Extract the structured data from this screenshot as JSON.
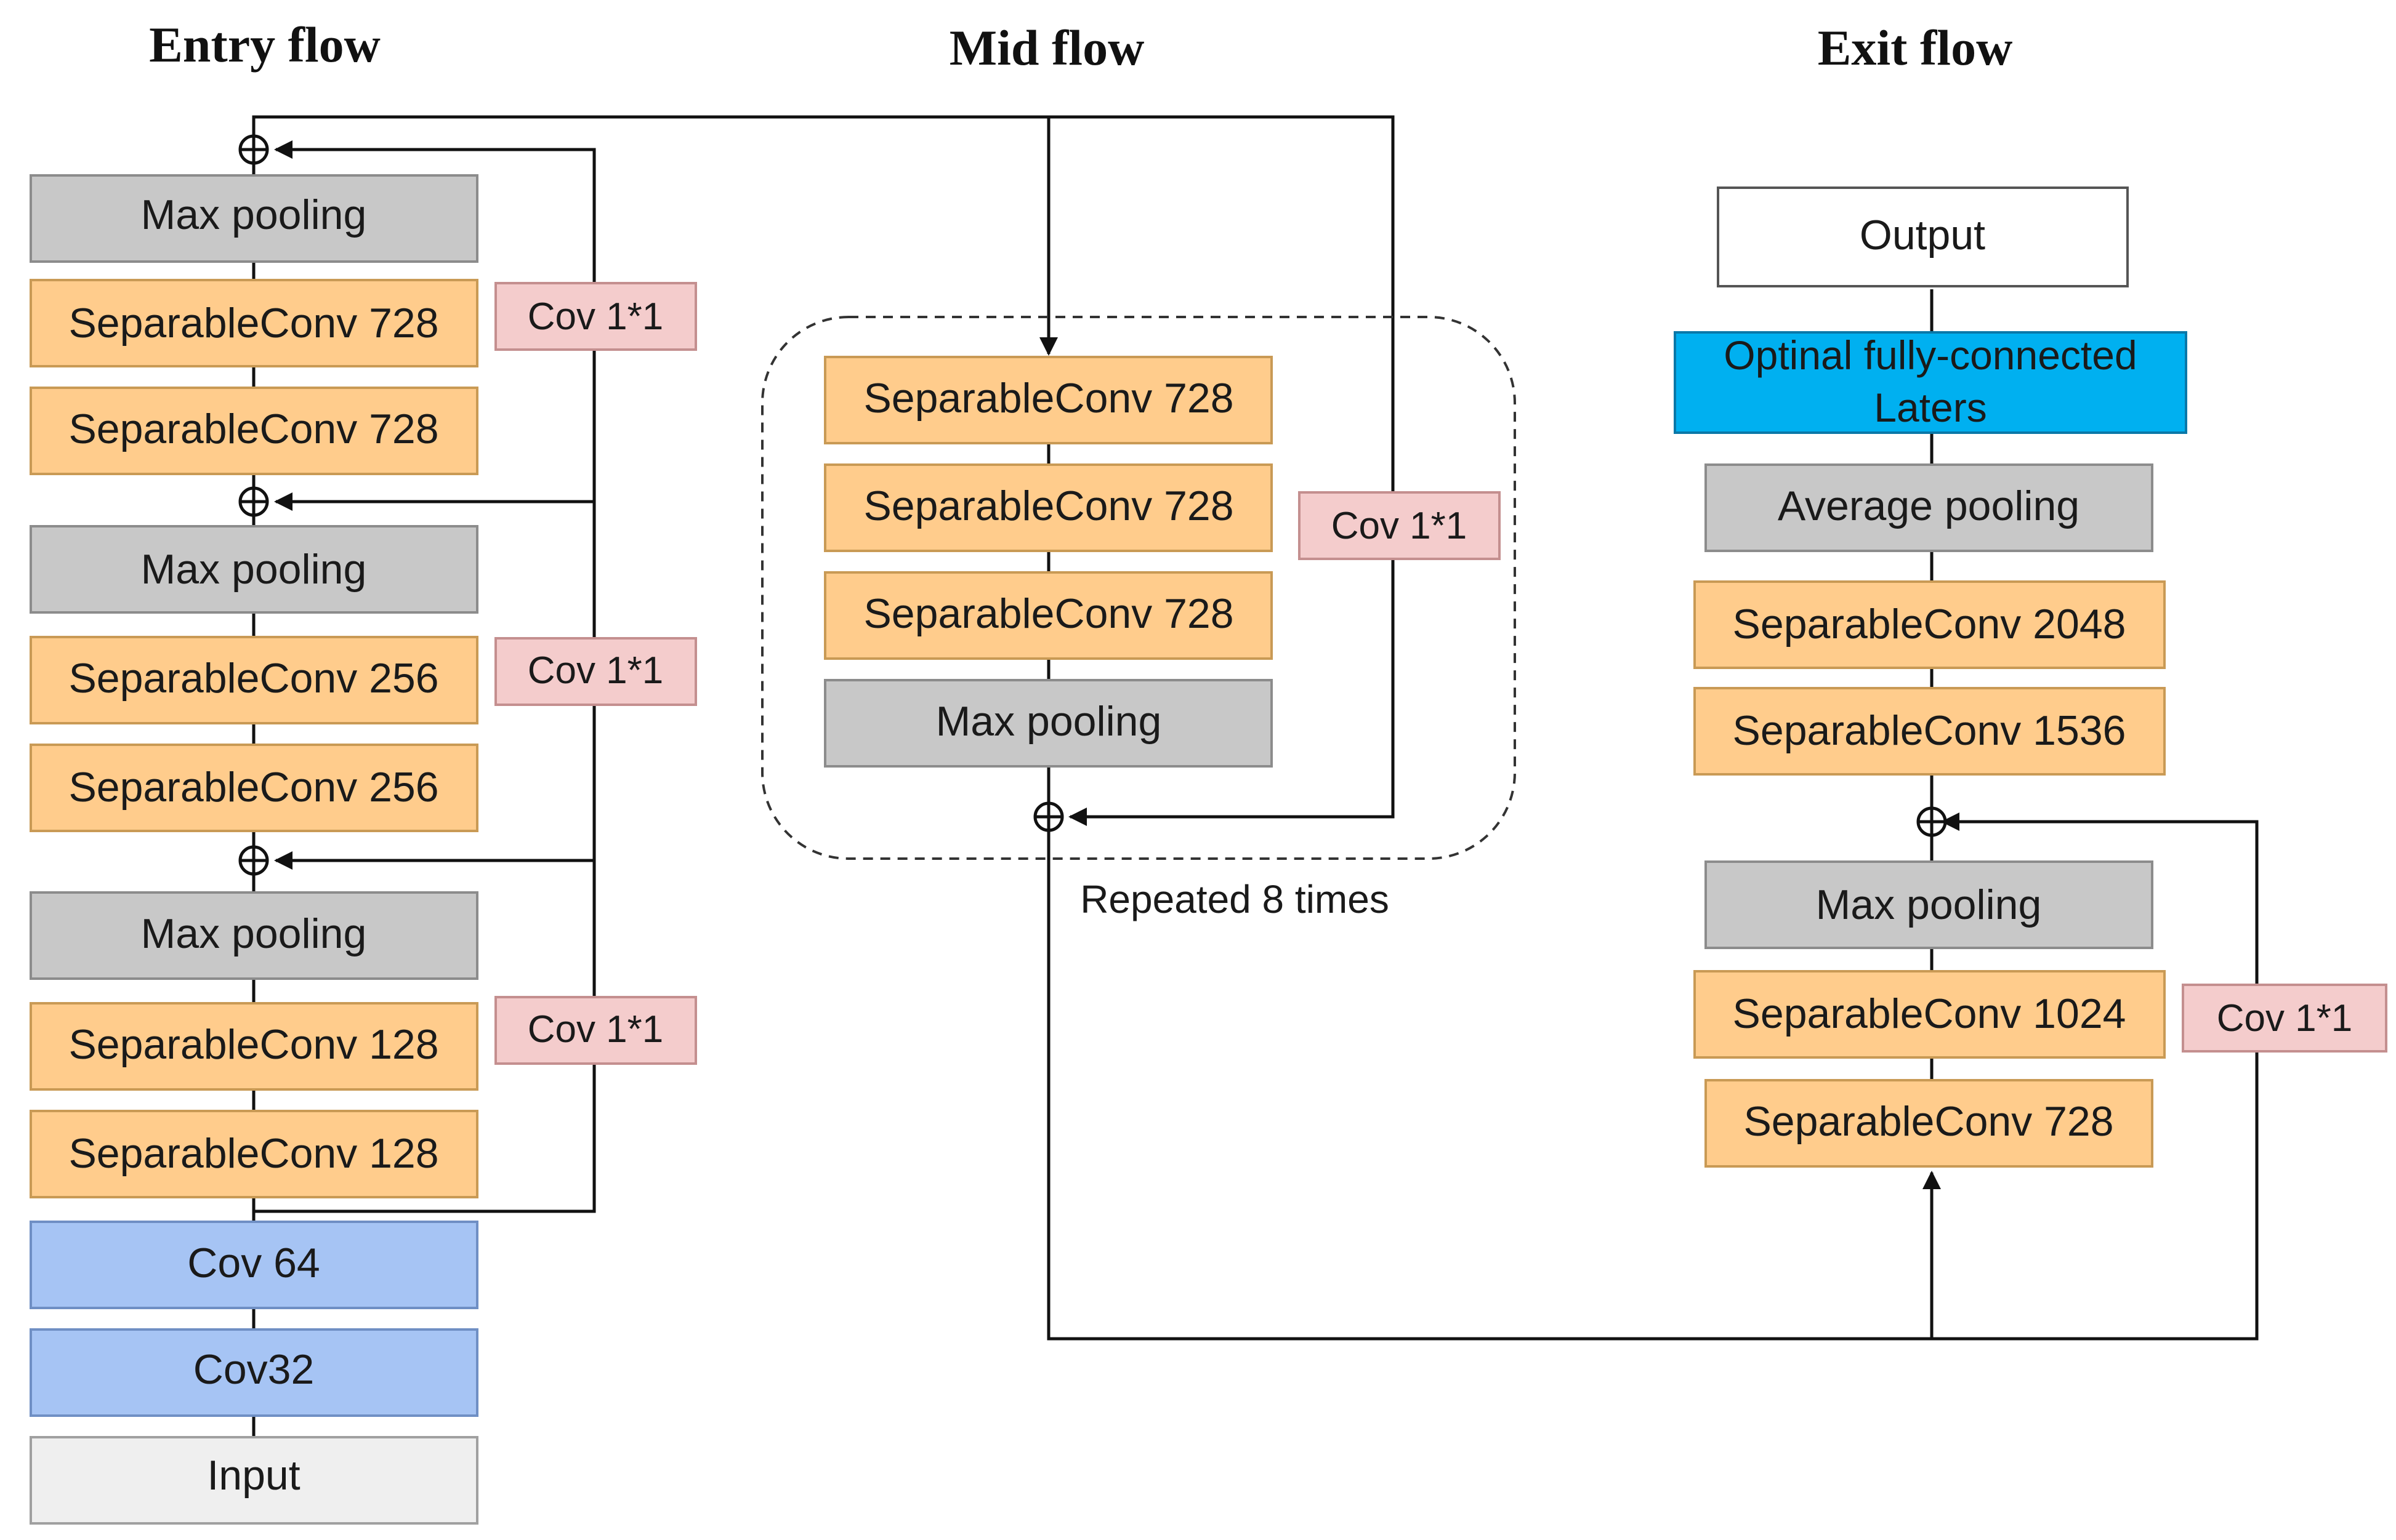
{
  "colors": {
    "separable_conv": "#ffcc8c",
    "max_pooling": "#c8c8c8",
    "conv_blue": "#a6c4f4",
    "input": "#efefef",
    "output": "#ffffff",
    "fully_connected": "#00b0f0",
    "skip_conv": "#f4cccc",
    "line": "#111111"
  },
  "headings": {
    "entry": "Entry flow",
    "mid": "Mid flow",
    "exit": "Exit flow"
  },
  "entry_flow": {
    "max_pool_1": "Max pooling",
    "sep728_a": "SeparableConv 728",
    "sep728_b": "SeparableConv 728",
    "max_pool_2": "Max pooling",
    "sep256_a": "SeparableConv 256",
    "sep256_b": "SeparableConv 256",
    "max_pool_3": "Max pooling",
    "sep128_a": "SeparableConv 128",
    "sep128_b": "SeparableConv 128",
    "cov64": "Cov 64",
    "cov32": "Cov32",
    "input": "Input",
    "skip_1": "Cov 1*1",
    "skip_2": "Cov 1*1",
    "skip_3": "Cov 1*1"
  },
  "mid_flow": {
    "sep728_a": "SeparableConv 728",
    "sep728_b": "SeparableConv 728",
    "sep728_c": "SeparableConv 728",
    "max_pool": "Max pooling",
    "skip": "Cov 1*1",
    "repeat_label": "Repeated 8 times"
  },
  "exit_flow": {
    "output": "Output",
    "fc_line1": "Optinal fully-connected",
    "fc_line2": "Laters",
    "avg_pool": "Average  pooling",
    "sep2048": "SeparableConv 2048",
    "sep1536": "SeparableConv 1536",
    "max_pool": "Max pooling",
    "sep1024": "SeparableConv 1024",
    "sep728": "SeparableConv 728",
    "skip": "Cov 1*1"
  }
}
